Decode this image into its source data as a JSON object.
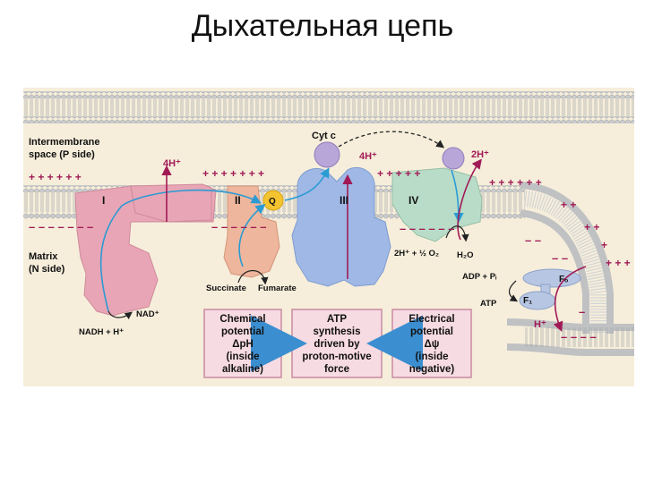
{
  "title": "Дыхательная цепь",
  "diagram": {
    "labels": {
      "intermembrane_line1": "Intermembrane",
      "intermembrane_line2": "space (P side)",
      "matrix_line1": "Matrix",
      "matrix_line2": "(N side)",
      "cytc": "Cyt c",
      "q": "Q",
      "complex_I": "I",
      "complex_II": "II",
      "complex_III": "III",
      "complex_IV": "IV",
      "h4_a": "4H⁺",
      "h4_b": "4H⁺",
      "h2_top": "2H⁺",
      "nad": "NAD⁺",
      "nadh": "NADH + H⁺",
      "succinate": "Succinate",
      "fumarate": "Fumarate",
      "o2_reaction": "2H⁺ + ½ O₂",
      "h2o": "H₂O",
      "adp": "ADP + Pᵢ",
      "atp": "ATP",
      "fo": "Fₒ",
      "f1": "F₁",
      "h_bottom": "H⁺"
    },
    "boxes": {
      "chemical": [
        "Chemical",
        "potential",
        "ΔpH",
        "(inside",
        "alkaline)"
      ],
      "atp_synthesis": [
        "ATP",
        "synthesis",
        "driven by",
        "proton-motive",
        "force"
      ],
      "electrical": [
        "Electrical",
        "potential",
        "Δψ",
        "(inside",
        "negative)"
      ]
    },
    "colors": {
      "panel_bg": "#f6eedb",
      "membrane_head": "#c9cbcd",
      "complex_I": "#e8a5b5",
      "complex_II": "#eeb69c",
      "complex_III": "#9fb8e6",
      "complex_IV": "#b9dcc8",
      "cytc": "#b8a6d8",
      "atp_synthase": "#b7c6e2",
      "electron_arrow": "#2b9bd3",
      "proton_arrow": "#a11a55",
      "q_yellow": "#f4c430",
      "box_border": "#c98aa2",
      "box_fill": "#f7dbe2"
    }
  }
}
